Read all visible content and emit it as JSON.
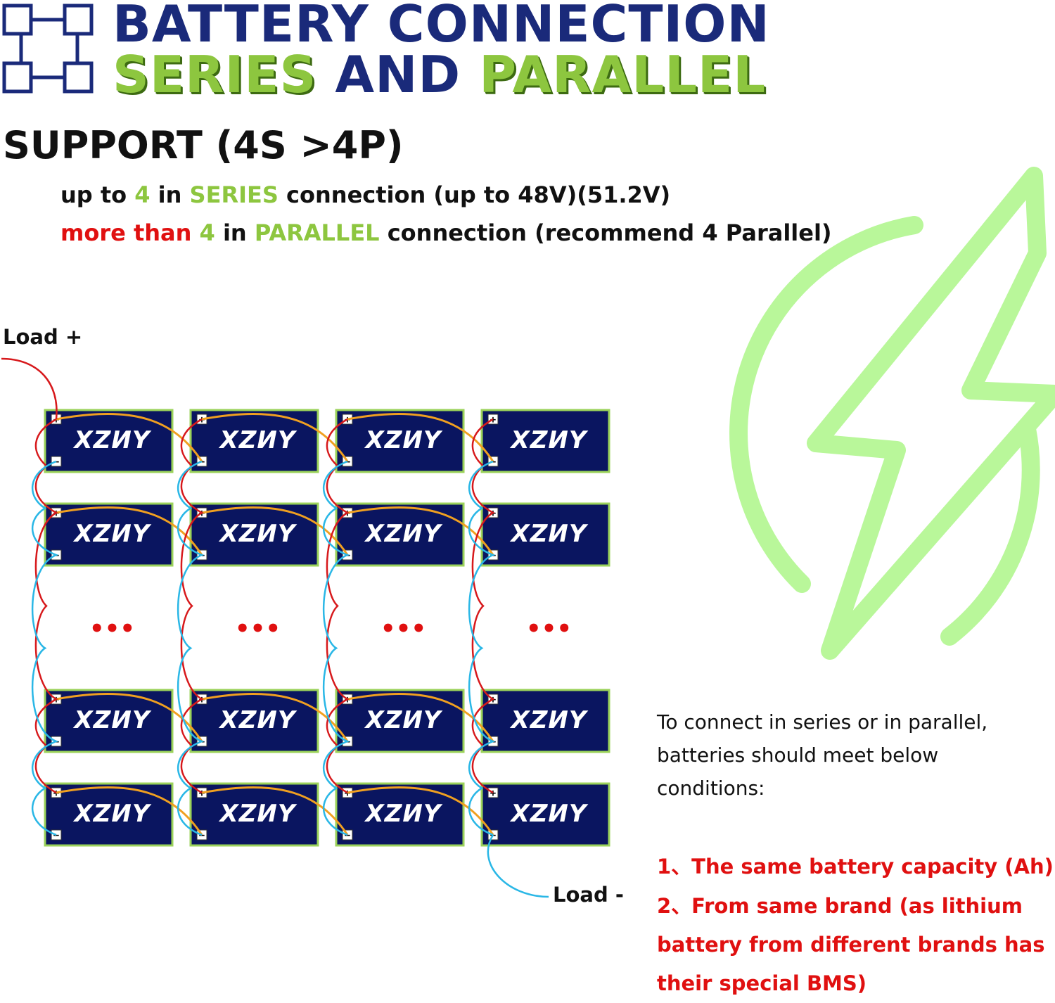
{
  "header": {
    "title_line1": "BATTERY CONNECTION",
    "title_line2_a": "SERIES",
    "title_line2_b": "AND",
    "title_line2_c": "PARALLEL"
  },
  "support": {
    "heading": "SUPPORT (4S >4P)",
    "line1": {
      "a": "up to ",
      "num": "4",
      "b": " in ",
      "mode": "SERIES",
      "c": " connection (up to 48V)(51.2V)"
    },
    "line2": {
      "a": "more than ",
      "num": "4",
      "b": " in ",
      "mode": "PARALLEL",
      "c": " connection (recommend 4 Parallel)"
    }
  },
  "diagram": {
    "load_plus": "Load +",
    "load_minus": "Load -",
    "brand": "XZИY",
    "ellipsis": "•••",
    "plus_symbol": "+",
    "minus_symbol": "−",
    "columns": 4,
    "rows_shown": 4,
    "colors": {
      "battery_fill": "#0a1560",
      "battery_border": "#9bd25a",
      "positive_wire": "#d7191c",
      "negative_wire": "#2ab7e6",
      "series_link": "#f0a020",
      "background_icon": "#b9f79a"
    }
  },
  "conditions": {
    "intro_line1": "To connect in series or in parallel,",
    "intro_line2": "batteries should meet below",
    "intro_line3": "conditions:",
    "item1": "1、The same battery capacity (Ah)",
    "item2_line1": "2、From same brand (as lithium",
    "item2_line2": "battery from different brands has",
    "item2_line3": "their special BMS)"
  },
  "icons": {
    "logo": "series-parallel-grid-icon",
    "background": "lightning-bolt-icon"
  }
}
